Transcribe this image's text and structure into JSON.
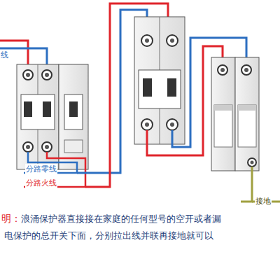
{
  "diagram": {
    "labels": [
      "线",
      "分路零线",
      "分路火线",
      "接地",
      "明：",
      "浪涌保护器直接接在家庭的任何型号的空开或者漏",
      "电保护的总开关下面，分别拉出线并联再接地就可以"
    ]
  }
}
